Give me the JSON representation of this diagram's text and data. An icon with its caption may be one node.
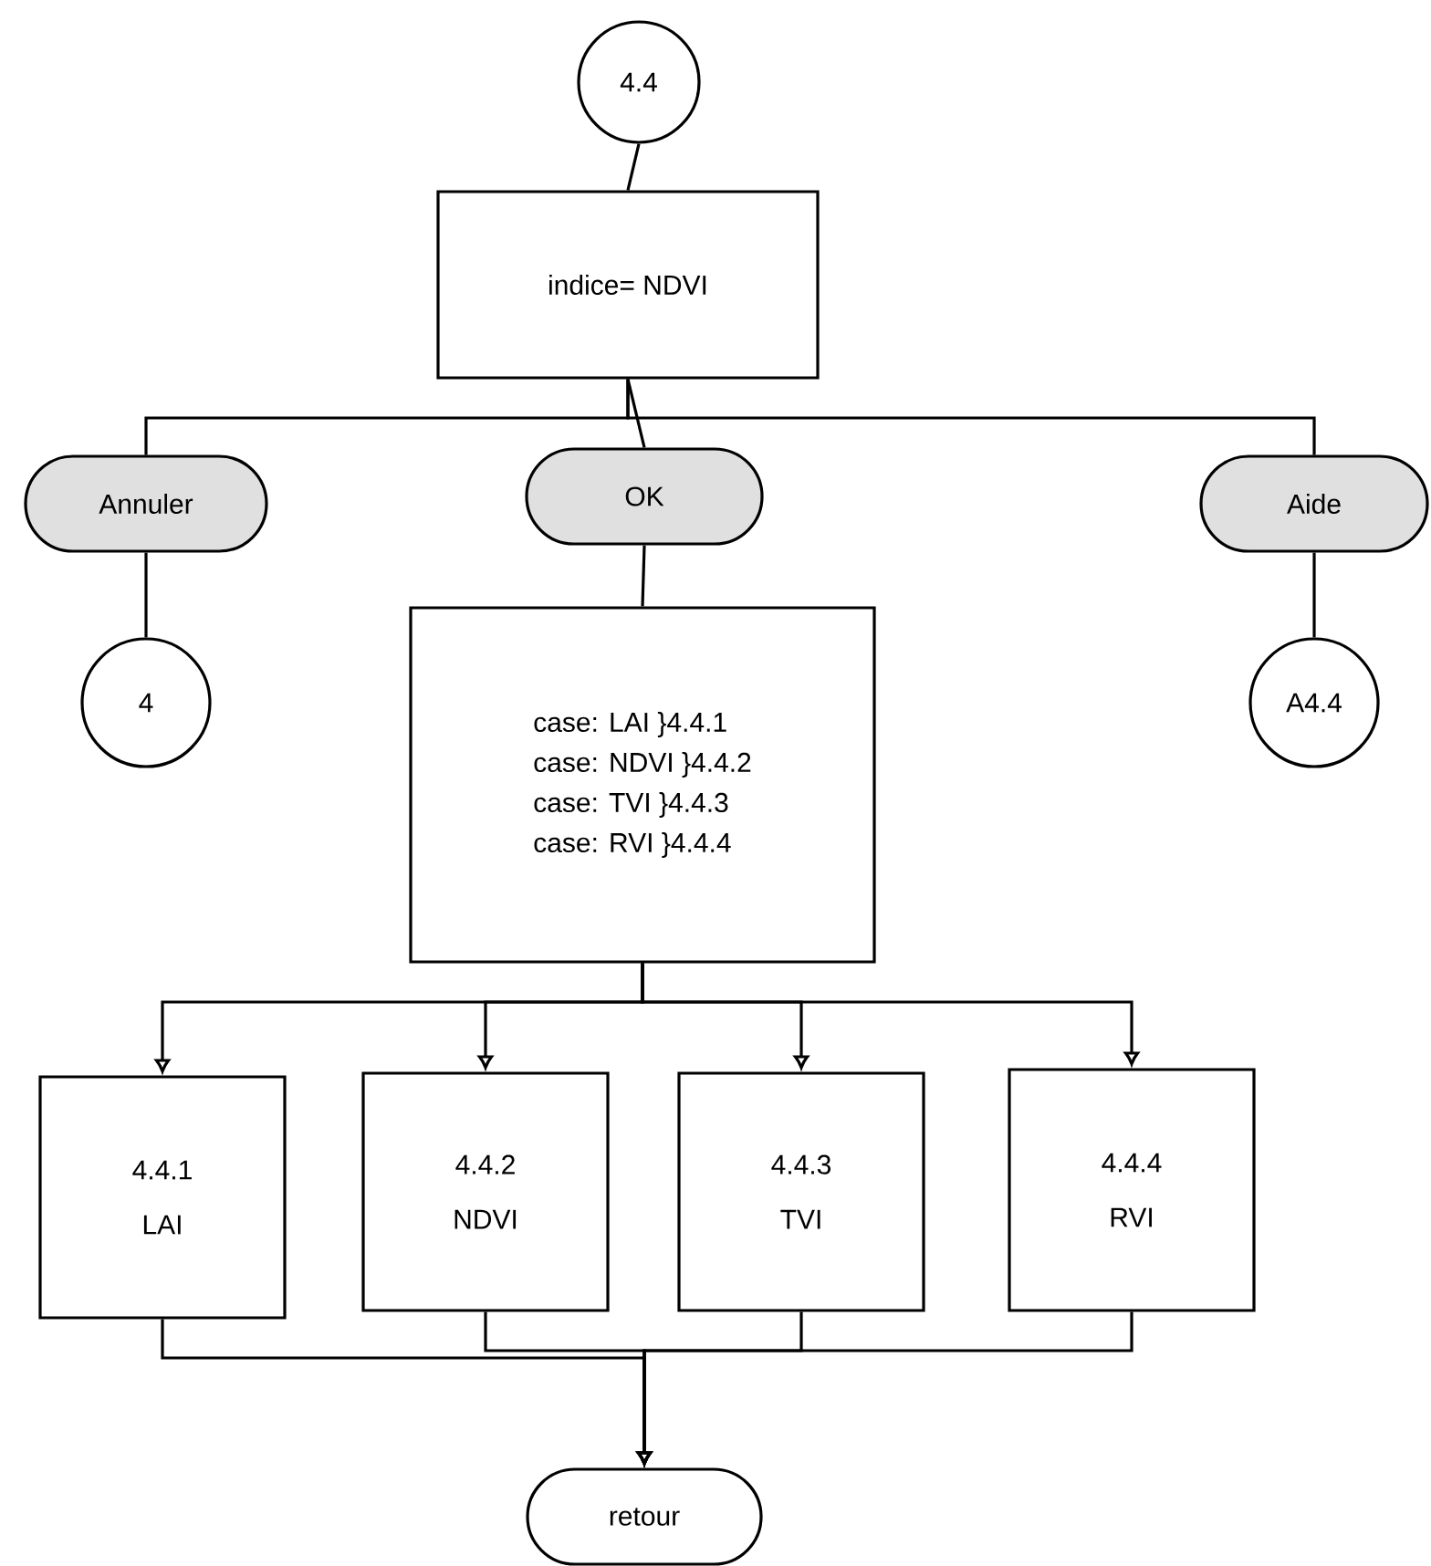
{
  "diagram": {
    "nodes": [
      {
        "text": [
          "4.4"
        ]
      },
      {
        "text": [
          "indice= NDVI"
        ]
      },
      {
        "text": [
          "Annuler"
        ]
      },
      {
        "text": [
          "OK"
        ]
      },
      {
        "text": [
          "Aide"
        ]
      },
      {
        "text": [
          "4"
        ]
      },
      {
        "text": [
          "case: LAI }4.4.1",
          "case: NDVI }4.4.2",
          "case: TVI }4.4.3",
          "case: RVI }4.4.4"
        ]
      },
      {
        "text": [
          "A4.4"
        ]
      },
      {
        "text": [
          "4.4.1",
          "LAI"
        ]
      },
      {
        "text": [
          "4.4.2",
          "NDVI"
        ]
      },
      {
        "text": [
          "4.4.3",
          "TVI"
        ]
      },
      {
        "text": [
          "4.4.4",
          "RVI"
        ]
      },
      {
        "text": [
          "retour"
        ]
      }
    ],
    "edges": [
      {
        "from": 0,
        "to": 1,
        "arrow": "none"
      },
      {
        "from": 1,
        "to": 2,
        "arrow": "none"
      },
      {
        "from": 1,
        "to": 3,
        "arrow": "none"
      },
      {
        "from": 1,
        "to": 4,
        "arrow": "none"
      },
      {
        "from": 2,
        "to": 5,
        "arrow": "none"
      },
      {
        "from": 3,
        "to": 6,
        "arrow": "none"
      },
      {
        "from": 4,
        "to": 7,
        "arrow": "none"
      },
      {
        "from": 6,
        "to": 8,
        "arrow": "to"
      },
      {
        "from": 6,
        "to": 9,
        "arrow": "to"
      },
      {
        "from": 6,
        "to": 10,
        "arrow": "to"
      },
      {
        "from": 6,
        "to": 11,
        "arrow": "to"
      },
      {
        "from": 8,
        "to": 12,
        "arrow": "to"
      },
      {
        "from": 9,
        "to": 12,
        "arrow": "to"
      },
      {
        "from": 10,
        "to": 12,
        "arrow": "to"
      },
      {
        "from": 11,
        "to": 12,
        "arrow": "to"
      }
    ]
  }
}
